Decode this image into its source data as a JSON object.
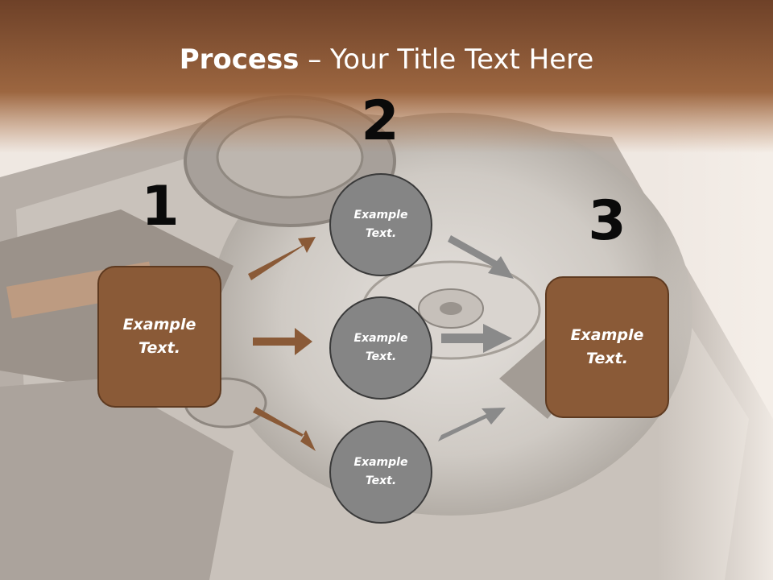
{
  "slide": {
    "title_bold": "Process",
    "title_rest": " – Your Title Text Here"
  },
  "steps": [
    {
      "number": "1",
      "text": "Example Text."
    },
    {
      "number": "2",
      "text": "Example Text."
    },
    {
      "number": "3",
      "text": "Example Text."
    }
  ],
  "circles": [
    {
      "text": "Example Text."
    },
    {
      "text": "Example Text."
    },
    {
      "text": "Example Text."
    }
  ],
  "colors": {
    "header": "#7a4a2c",
    "box_fill": "#8a5a37",
    "circle_fill": "#858585",
    "brown_arrow": "#8a5a37",
    "gray_arrow": "#8a8a8a"
  }
}
